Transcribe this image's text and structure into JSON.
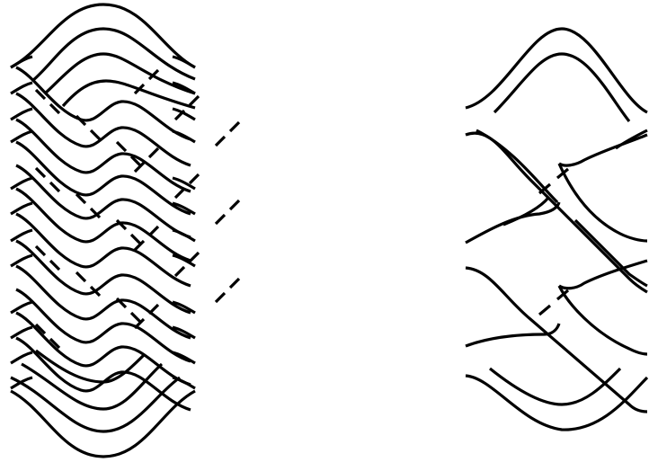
{
  "figure": {
    "background": "#ffffff",
    "stroke_color": "#000000",
    "left_diagram": {
      "strand_count": 14,
      "crossing_layers": 10
    },
    "right_diagram": {
      "strand_count": 6,
      "crossings": 6
    }
  }
}
